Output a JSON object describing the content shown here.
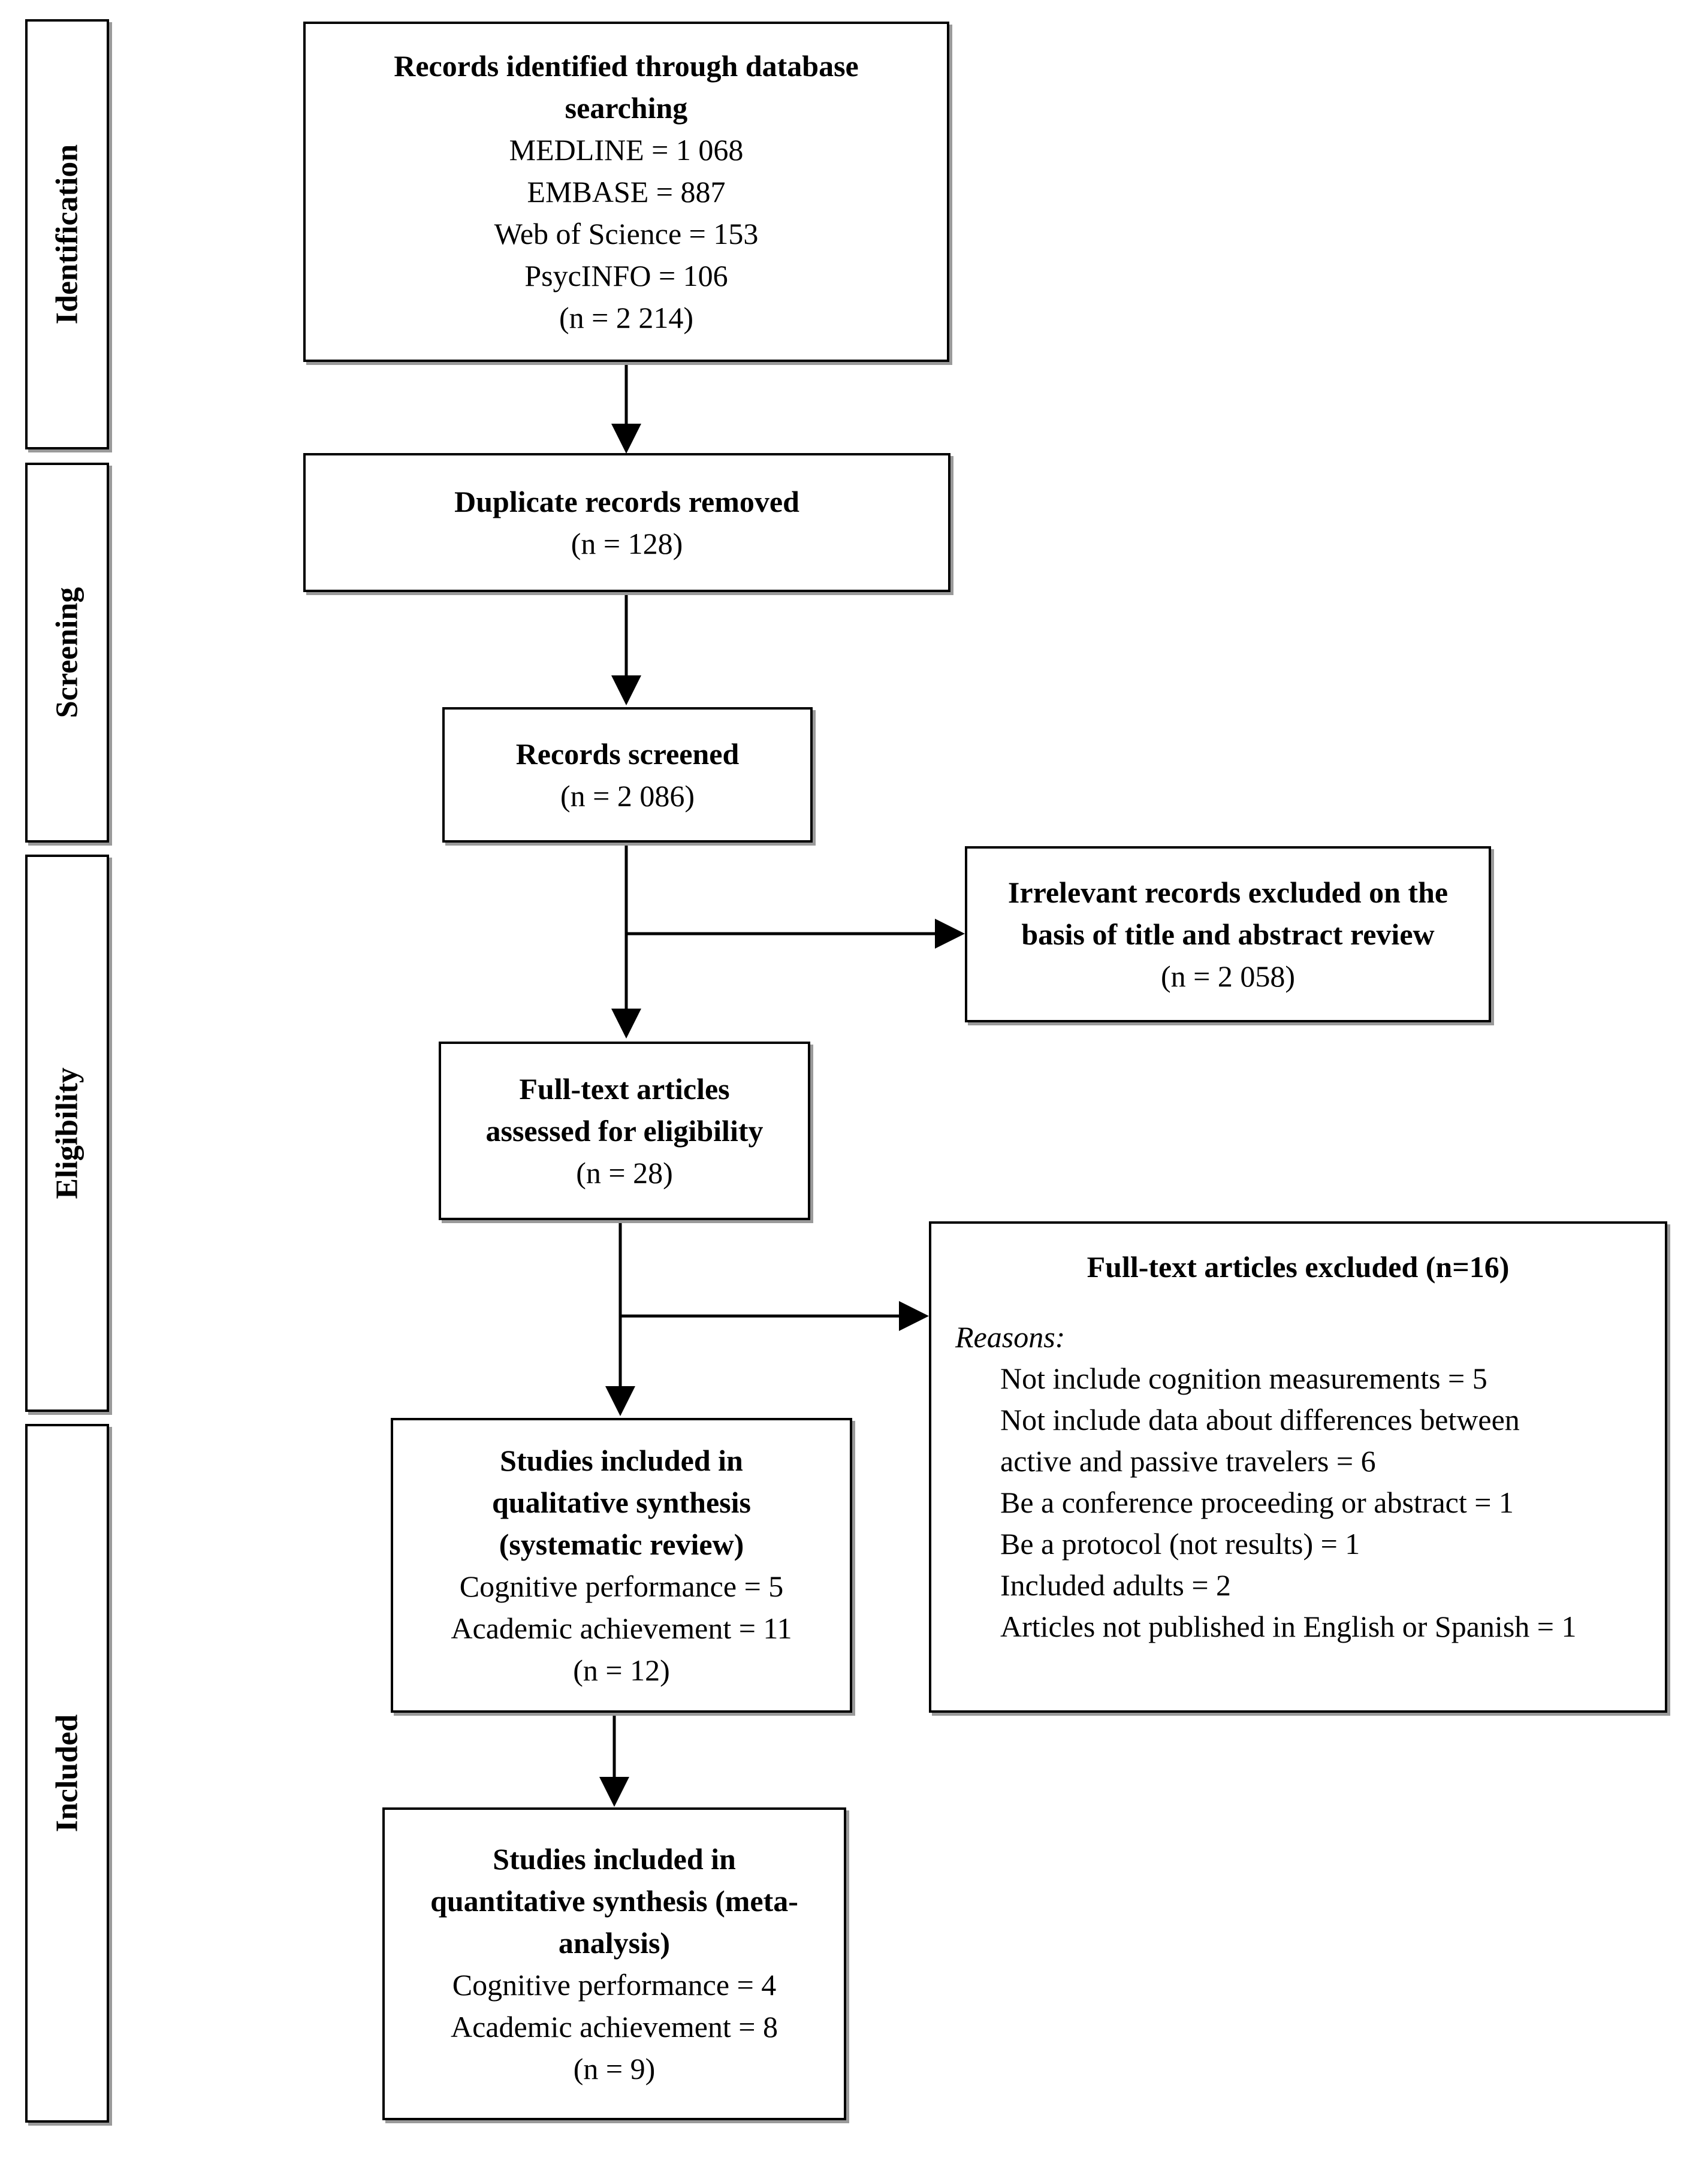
{
  "stages": [
    {
      "id": "identification",
      "label": "Identification"
    },
    {
      "id": "screening",
      "label": "Screening"
    },
    {
      "id": "eligibility",
      "label": "Eligibility"
    },
    {
      "id": "included",
      "label": "Included"
    }
  ],
  "boxes": {
    "identified": {
      "title_line1": "Records identified through database",
      "title_line2": "searching",
      "lines": [
        "MEDLINE = 1 068",
        "EMBASE = 887",
        "Web of Science = 153",
        "PsycINFO = 106",
        "(n = 2 214)"
      ]
    },
    "duplicates": {
      "title": "Duplicate records removed",
      "count": "(n = 128)"
    },
    "screened": {
      "title": "Records screened",
      "count": "(n = 2 086)"
    },
    "irrelevant": {
      "title_line1": "Irrelevant records excluded on the",
      "title_line2": "basis of title and abstract review",
      "count": "(n = 2 058)"
    },
    "fulltext": {
      "title_line1": "Full-text articles",
      "title_line2": "assessed for eligibility",
      "count": "(n = 28)"
    },
    "fulltext_excluded": {
      "title": "Full-text articles excluded (n=16)",
      "reasons_label": "Reasons:",
      "reasons": [
        "Not include cognition measurements = 5",
        "Not include data about differences between",
        "active and passive travelers = 6",
        "Be a conference proceeding or abstract = 1",
        "Be a protocol (not results) = 1",
        "Included adults = 2",
        "Articles not published in English or Spanish = 1"
      ]
    },
    "qualitative": {
      "title_line1": "Studies included in",
      "title_line2": "qualitative synthesis",
      "title_line3": "(systematic review)",
      "lines": [
        "Cognitive performance = 5",
        "Academic achievement = 11",
        "(n = 12)"
      ]
    },
    "quantitative": {
      "title_line1": "Studies included in",
      "title_line2": "quantitative synthesis (meta-",
      "title_line3": "analysis)",
      "lines": [
        "Cognitive performance = 4",
        "Academic achievement = 8",
        "(n = 9)"
      ]
    }
  }
}
